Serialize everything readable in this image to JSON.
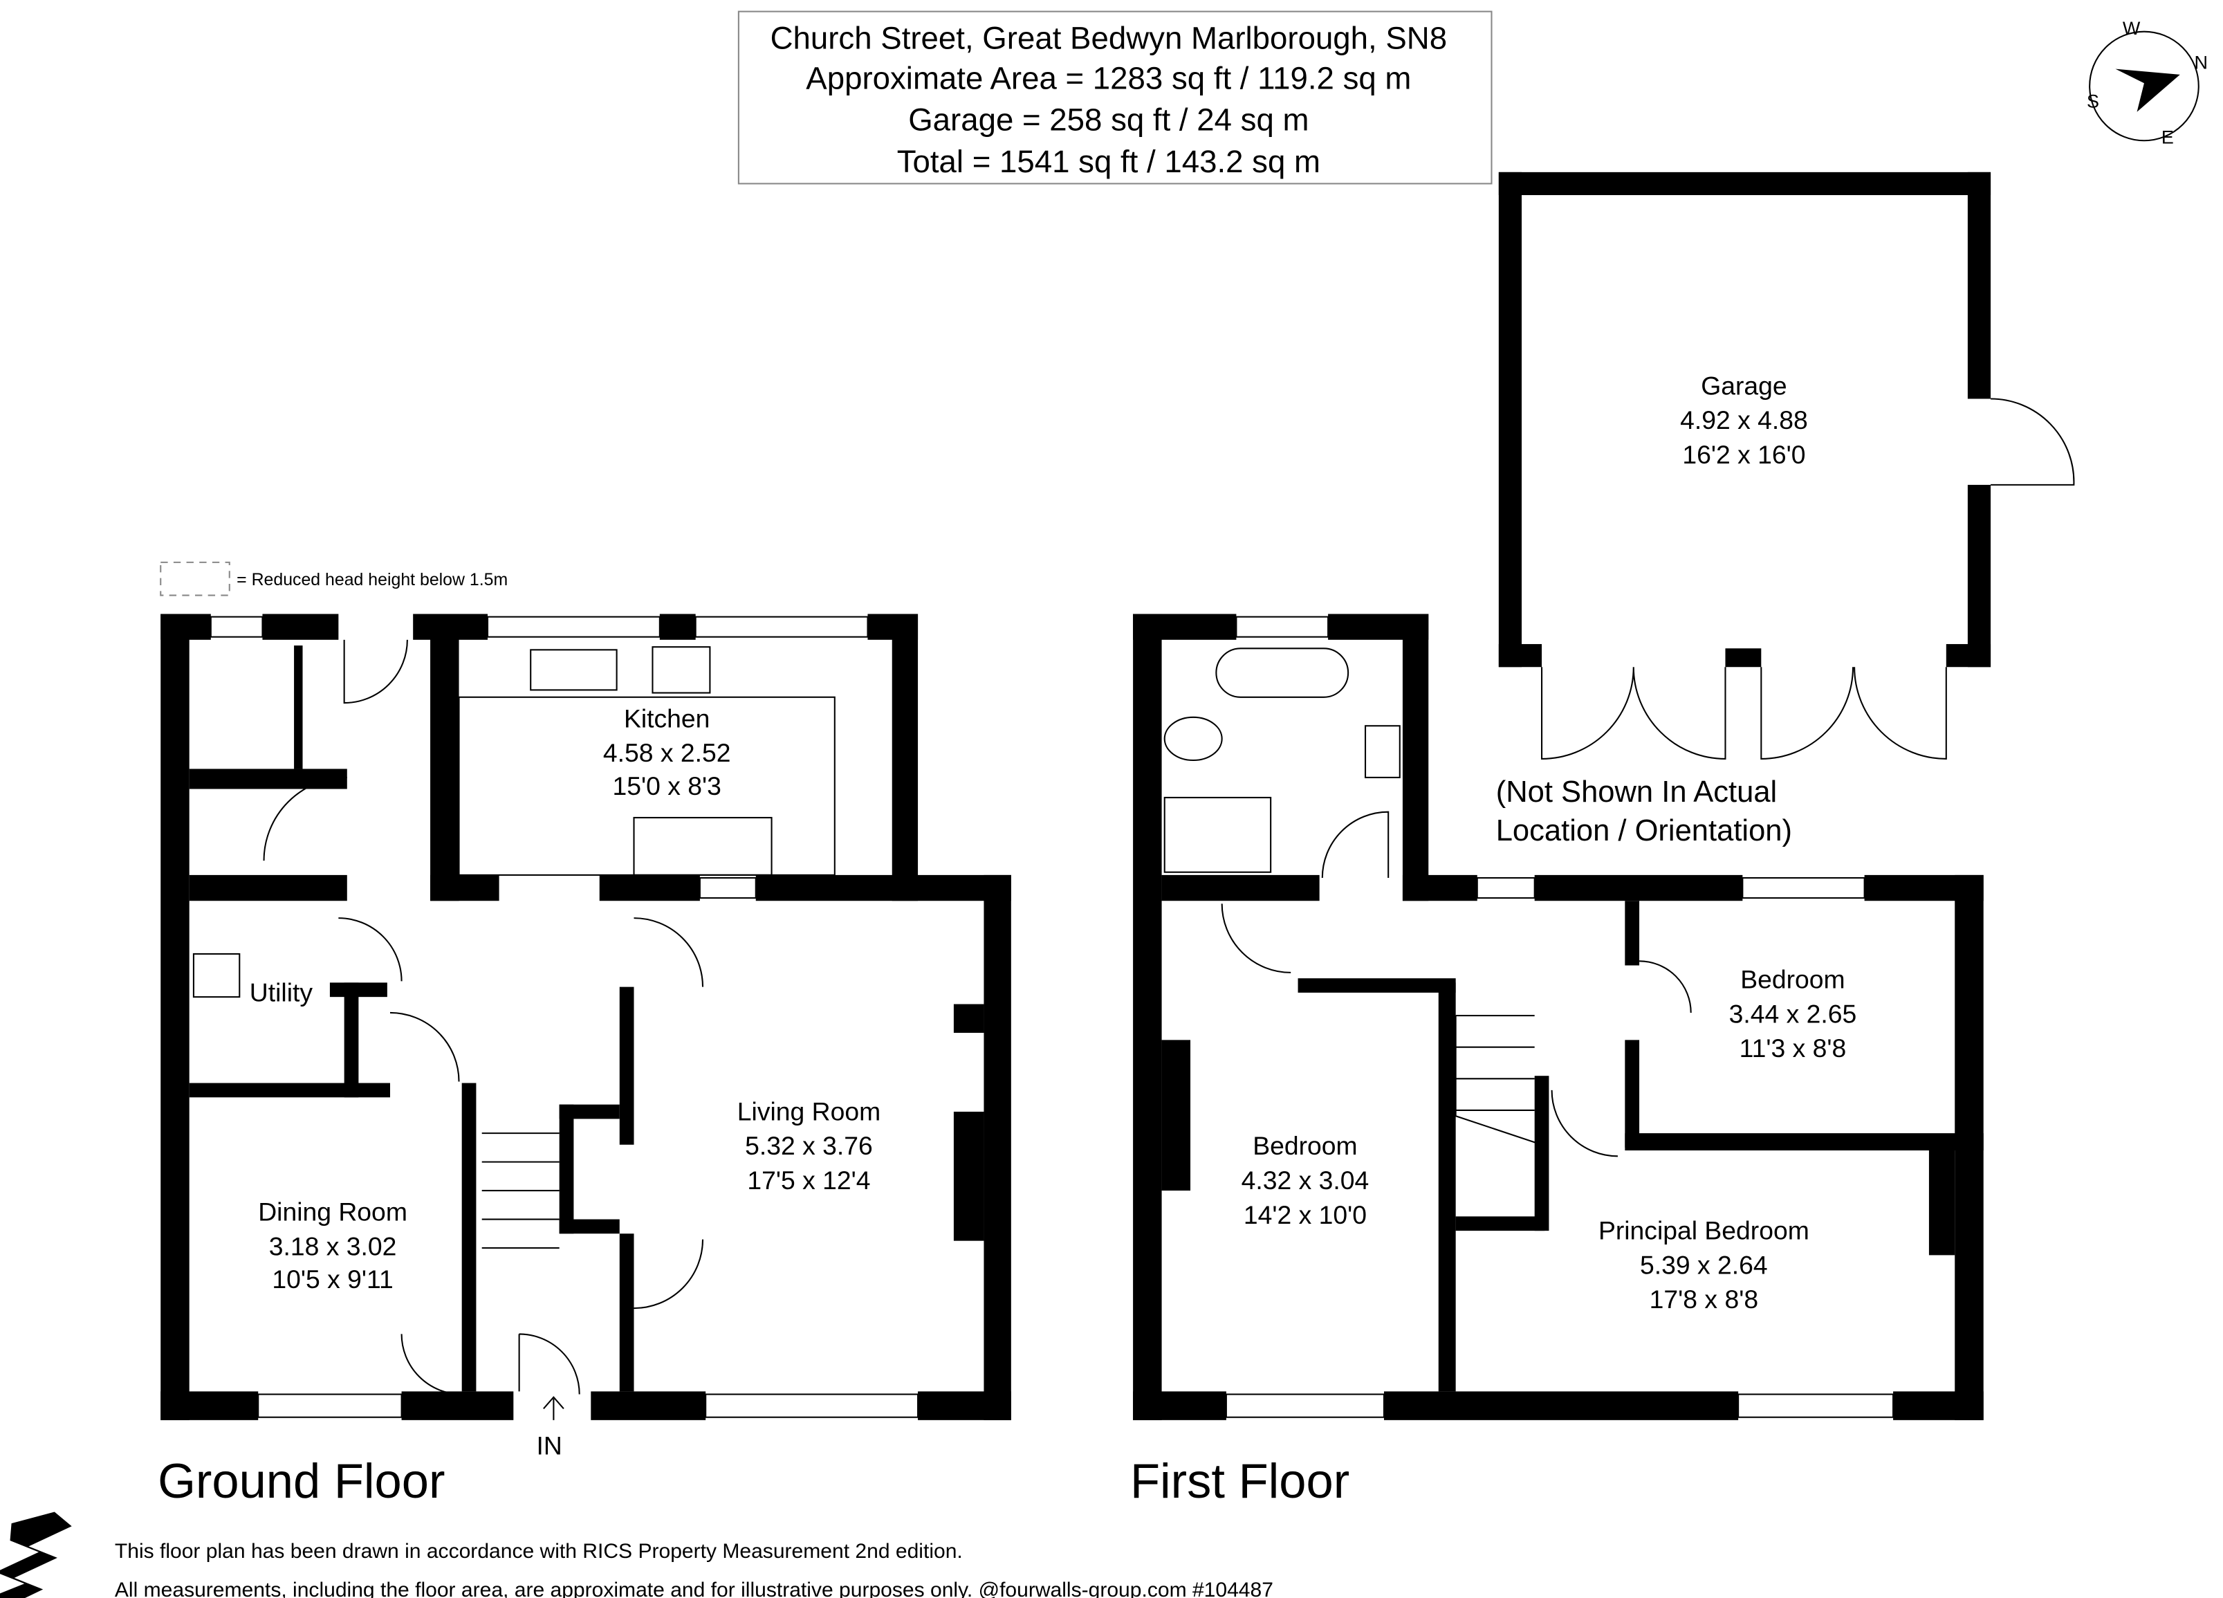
{
  "header": {
    "address": "Church Street, Great Bedwyn Marlborough, SN8",
    "approx_area": "Approximate Area = 1283 sq ft / 119.2 sq m",
    "garage_area": "Garage = 258 sq ft / 24 sq m",
    "total_area": "Total = 1541 sq ft / 143.2 sq m"
  },
  "compass": {
    "n": "N",
    "e": "E",
    "s": "S",
    "w": "W"
  },
  "legend": {
    "text": "= Reduced head height below 1.5m"
  },
  "ground_floor": {
    "title": "Ground Floor",
    "entrance": "IN",
    "rooms": [
      {
        "name": "Kitchen",
        "metric": "4.58 x 2.52",
        "imperial": "15'0 x 8'3"
      },
      {
        "name": "Utility"
      },
      {
        "name": "Dining Room",
        "metric": "3.18 x 3.02",
        "imperial": "10'5 x 9'11"
      },
      {
        "name": "Living Room",
        "metric": "5.32 x 3.76",
        "imperial": "17'5 x 12'4"
      }
    ]
  },
  "first_floor": {
    "title": "First Floor",
    "rooms": [
      {
        "name": "Bedroom",
        "metric": "3.44 x 2.65",
        "imperial": "11'3 x 8'8"
      },
      {
        "name": "Bedroom",
        "metric": "4.32 x 3.04",
        "imperial": "14'2 x 10'0"
      },
      {
        "name": "Principal Bedroom",
        "metric": "5.39 x 2.64",
        "imperial": "17'8 x 8'8"
      }
    ]
  },
  "garage": {
    "name": "Garage",
    "metric": "4.92 x 4.88",
    "imperial": "16'2 x 16'0",
    "note_line1": "(Not Shown In Actual",
    "note_line2": "Location / Orientation)"
  },
  "footer": {
    "line1": "This floor plan has been drawn in accordance with RICS Property Measurement 2nd edition.",
    "line2": "All measurements, including the floor area, are approximate and for illustrative purposes only. @fourwalls-group.com #104487"
  }
}
